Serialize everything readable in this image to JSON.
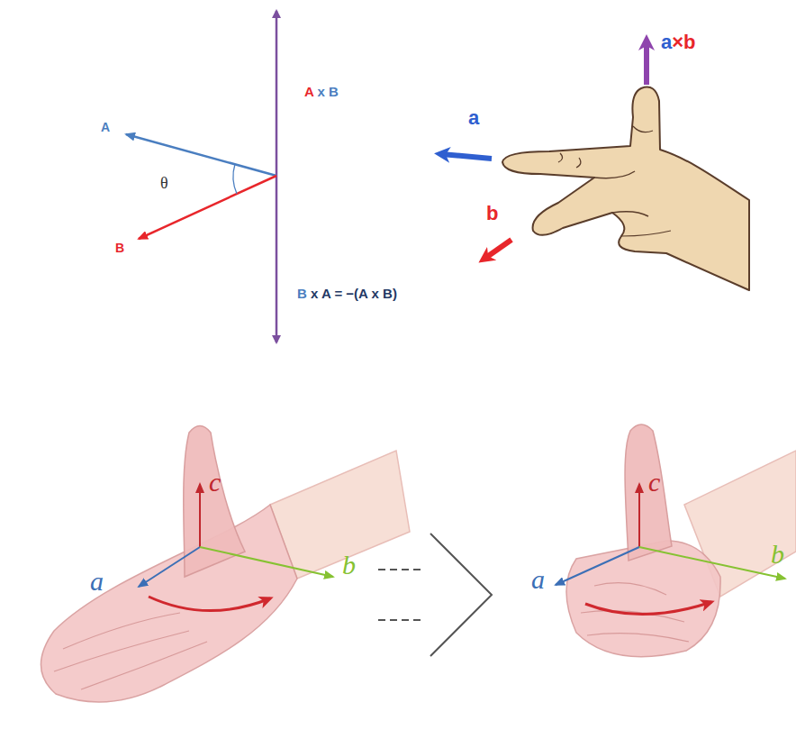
{
  "diagram": {
    "labels": [
      "A x B",
      "a×b",
      "a",
      "A",
      "θ",
      "b",
      "B",
      "B x A = −(A x B)",
      "c",
      "a",
      "b",
      "c",
      "a",
      "b"
    ]
  }
}
